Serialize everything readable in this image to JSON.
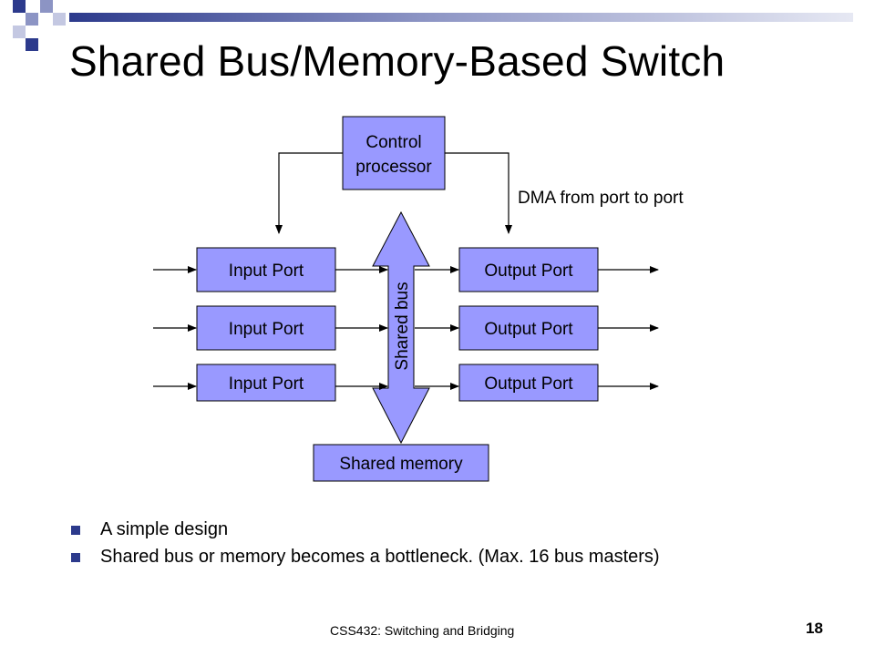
{
  "slide": {
    "title": "Shared Bus/Memory-Based Switch",
    "footer": "CSS432: Switching and Bridging",
    "page_number": "18"
  },
  "diagram": {
    "control_processor": [
      "Control",
      "processor"
    ],
    "dma_label": "DMA from port to port",
    "input_ports": [
      "Input Port",
      "Input Port",
      "Input Port"
    ],
    "output_ports": [
      "Output Port",
      "Output Port",
      "Output Port"
    ],
    "shared_bus_label": "Shared bus",
    "shared_memory_label": "Shared memory",
    "box_fill": "#9999ff"
  },
  "bullets": [
    "A simple design",
    "Shared bus or memory becomes a bottleneck. (Max. 16 bus masters)"
  ]
}
